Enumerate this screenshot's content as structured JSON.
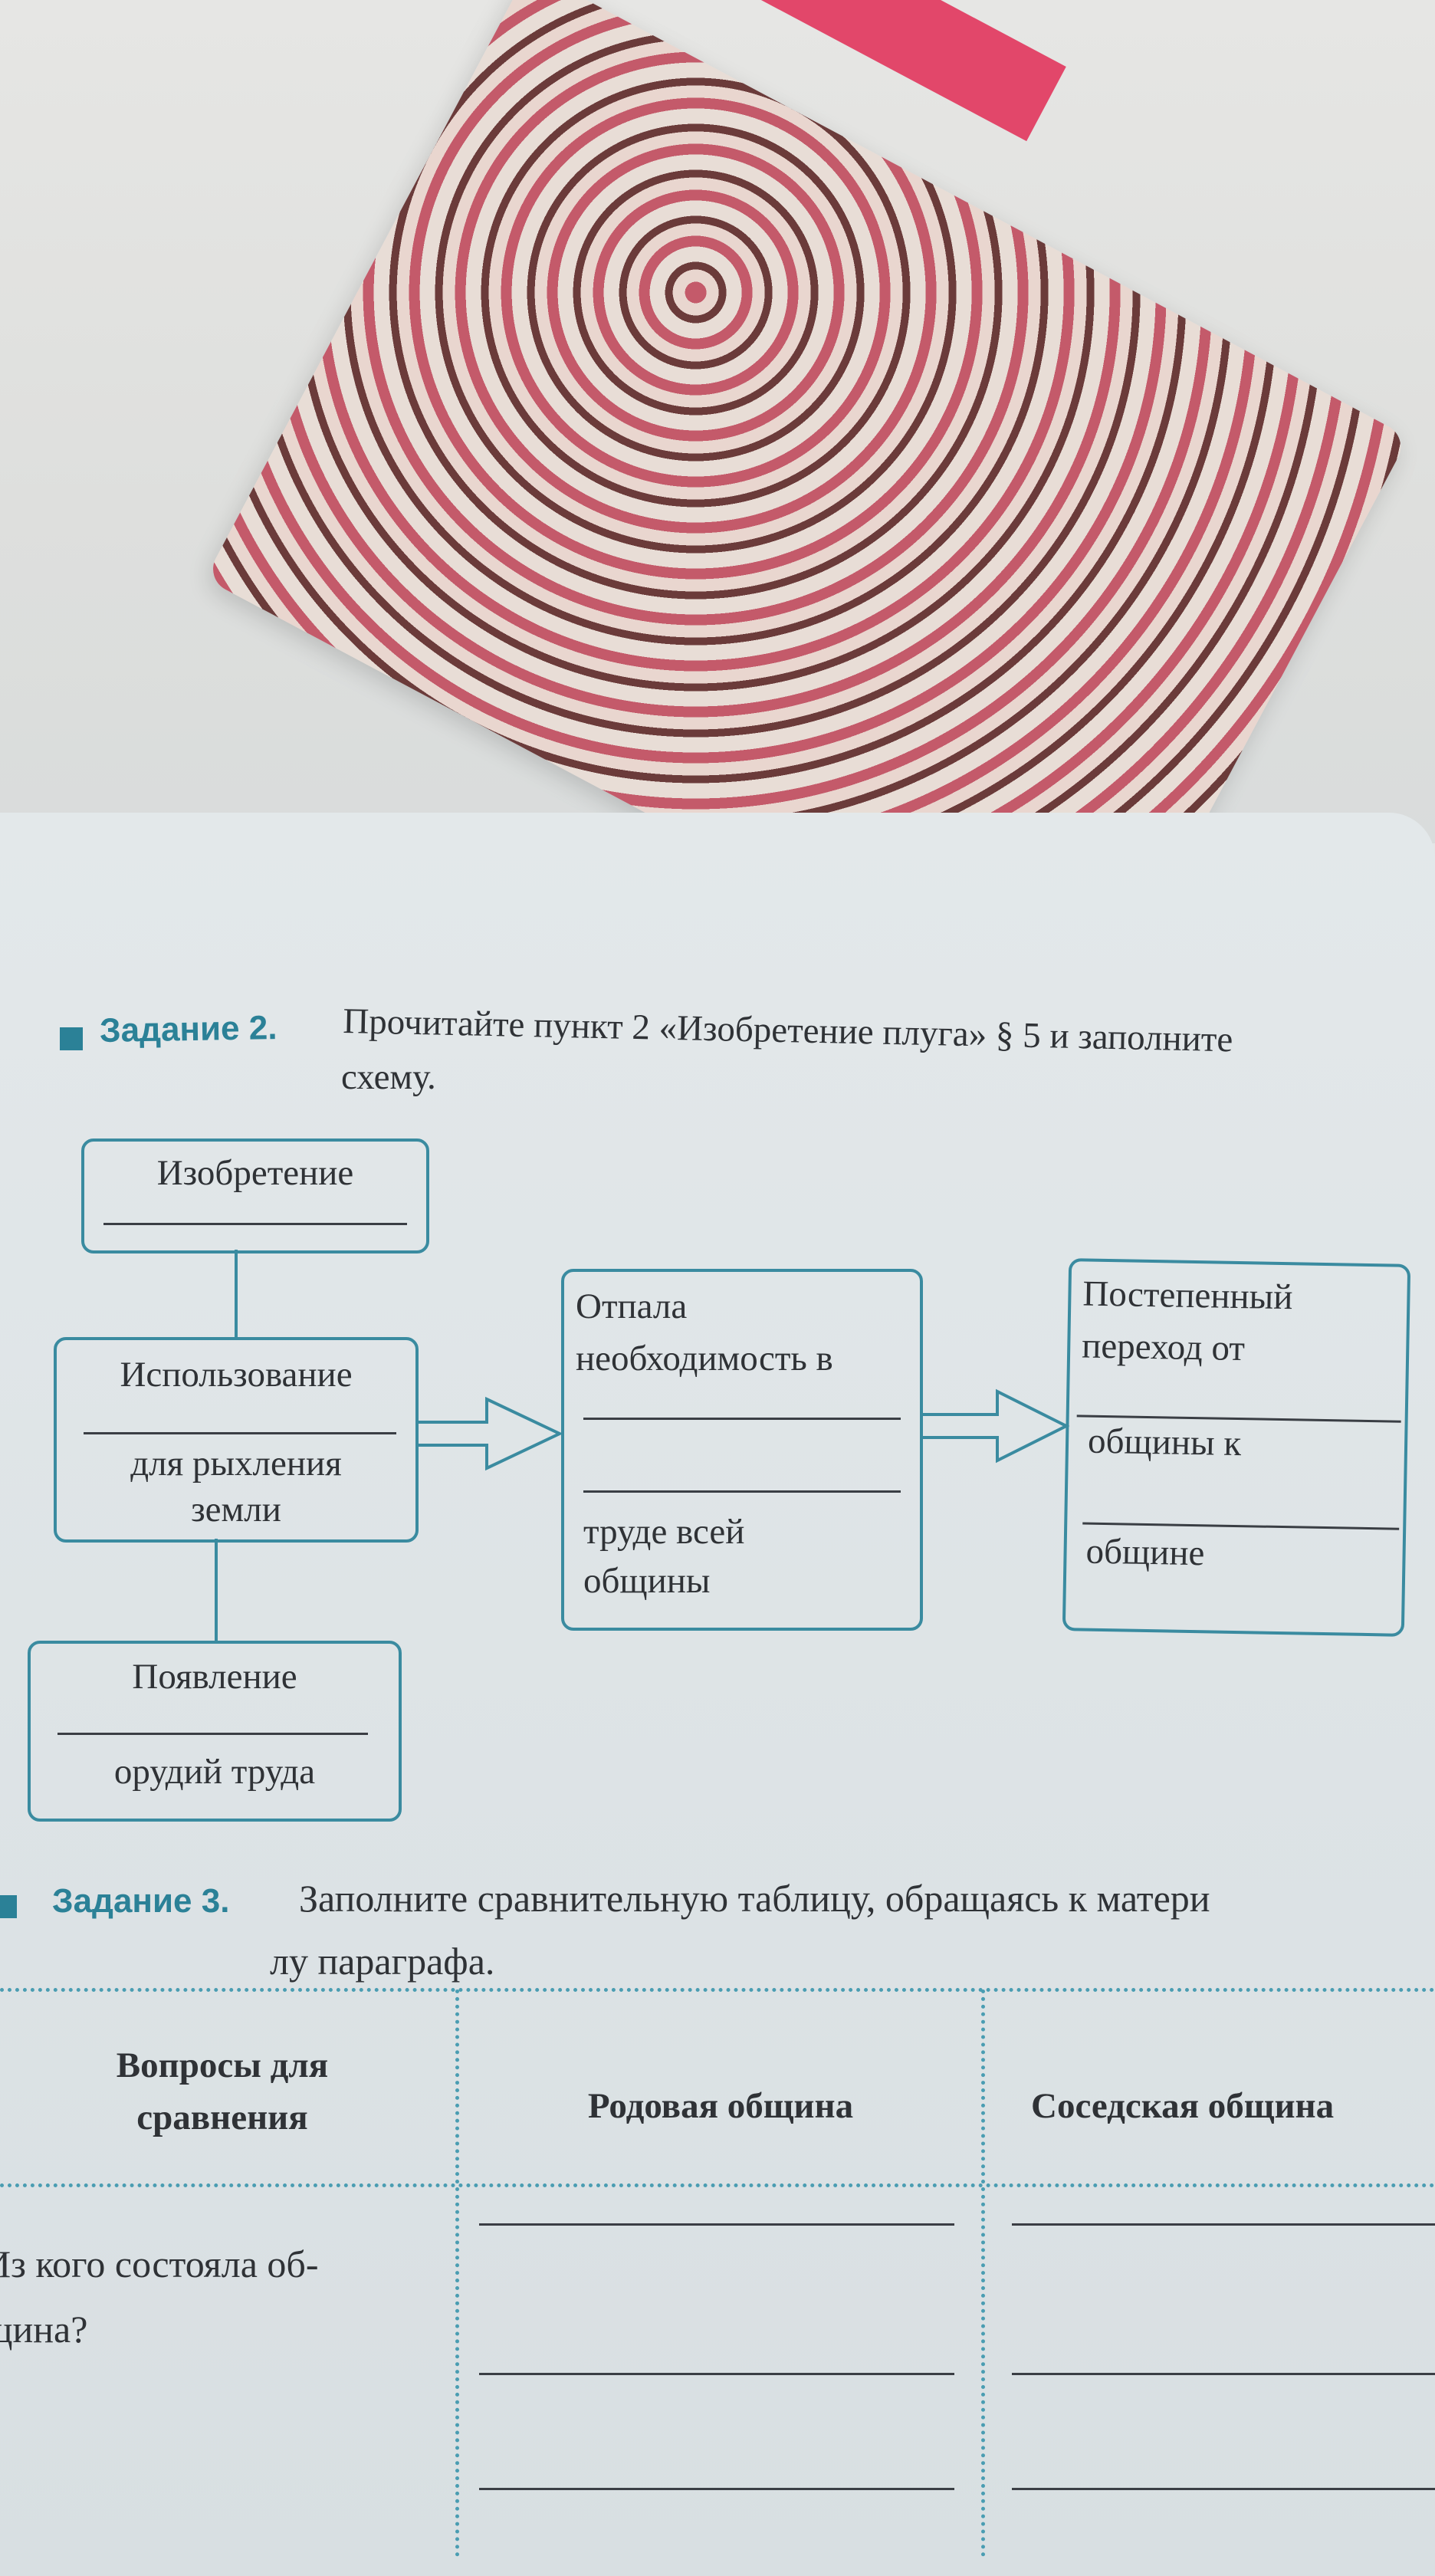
{
  "task2": {
    "label": "Задание 2.",
    "text_line1": "Прочитайте пункт 2 «Изобретение плуга» § 5 и заполните",
    "text_line2": "схему."
  },
  "scheme": {
    "box_invention": {
      "line1": "Изобретение"
    },
    "box_use": {
      "line1": "Использование",
      "line2": "для рыхления",
      "line3": "земли"
    },
    "box_appearance": {
      "line1": "Появление",
      "line2": "орудий труда"
    },
    "box_need": {
      "line1": "Отпала",
      "line2": "необходимость в",
      "line3": "труде всей",
      "line4": "общины"
    },
    "box_transition": {
      "line1": "Постепенный",
      "line2": "переход от",
      "line3": "общины к",
      "line4": "общине"
    }
  },
  "task3": {
    "label": "Задание 3.",
    "text_line1": "Заполните сравнительную таблицу, обращаясь к матери",
    "text_line2": "лу параграфа."
  },
  "table": {
    "headers": {
      "col1_line1": "Вопросы для",
      "col1_line2": "сравнения",
      "col2": "Родовая община",
      "col3": "Соседская община"
    },
    "rows": [
      {
        "question_line1": "Из кого состояла об-",
        "question_line2": "щина?"
      }
    ]
  }
}
